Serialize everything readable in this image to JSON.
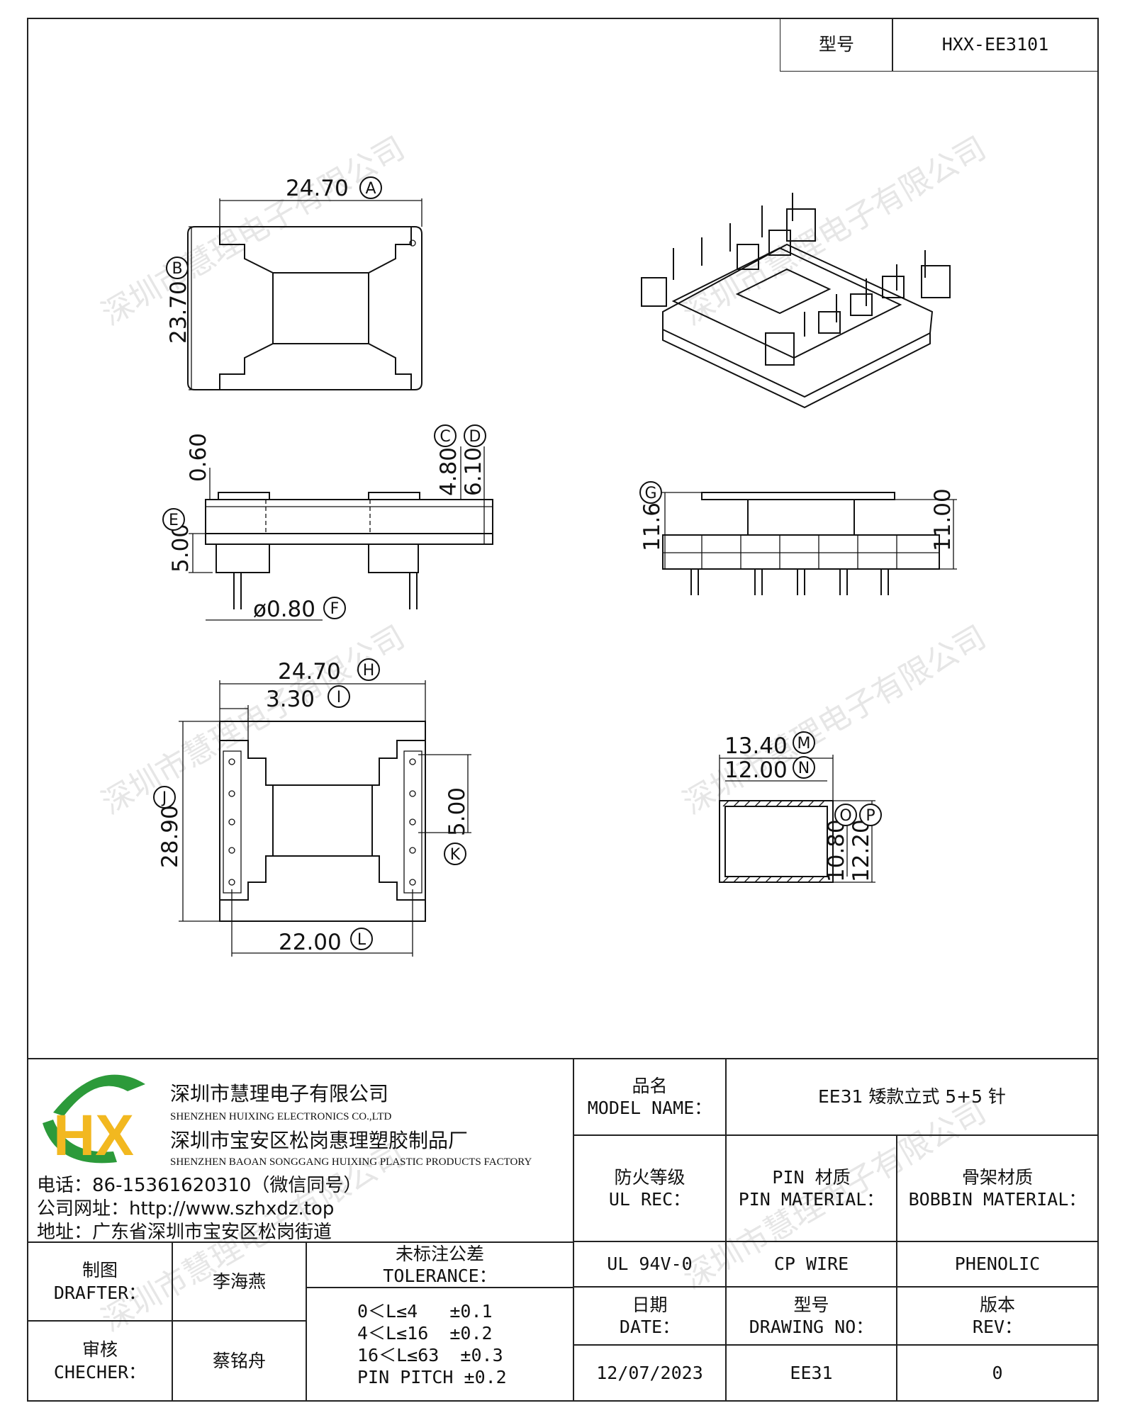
{
  "model_header": {
    "label": "型号",
    "value": "HXX-EE3101"
  },
  "watermark": "深圳市慧理电子有限公司",
  "dimensions": {
    "A": {
      "value": "24.70",
      "letter": "A"
    },
    "B": {
      "value": "23.70",
      "letter": "B"
    },
    "C": {
      "value": "4.80",
      "letter": "C"
    },
    "D": {
      "value": "6.10",
      "letter": "D"
    },
    "E": {
      "value": "5.00",
      "letter": "E"
    },
    "F": {
      "value": "ø0.80",
      "letter": "F"
    },
    "top_gap": {
      "value": "0.60"
    },
    "G": {
      "value": "11.60",
      "letter": "G"
    },
    "side_h": {
      "value": "11.00"
    },
    "H": {
      "value": "24.70",
      "letter": "H"
    },
    "I": {
      "value": "3.30",
      "letter": "I"
    },
    "J": {
      "value": "28.90",
      "letter": "J"
    },
    "K": {
      "value": "5.00",
      "letter": "K"
    },
    "L": {
      "value": "22.00",
      "letter": "L"
    },
    "M": {
      "value": "13.40",
      "letter": "M"
    },
    "N": {
      "value": "12.00",
      "letter": "N"
    },
    "O": {
      "value": "10.80",
      "letter": "O"
    },
    "P": {
      "value": "12.20",
      "letter": "P"
    }
  },
  "company": {
    "logo_text": "HX",
    "name_cn": "深圳市慧理电子有限公司",
    "name_en": "SHENZHEN HUIXING ELECTRONICS CO.,LTD",
    "factory_cn": "深圳市宝安区松岗惠理塑胶制品厂",
    "factory_en": "SHENZHEN BAOAN SONGGANG HUIXING PLASTIC PRODUCTS FACTORY",
    "phone": "电话：86-15361620310（微信同号）",
    "website": "公司网址：http://www.szhxdz.top",
    "address": "地址：广东省深圳市宝安区松岗街道"
  },
  "title_block": {
    "model_name_label_cn": "品名",
    "model_name_label_en": "MODEL NAME：",
    "model_name_value": "EE31 矮款立式 5+5 针",
    "ul_label_cn": "防火等级",
    "ul_label_en": "UL REC：",
    "pin_label_cn": "PIN 材质",
    "pin_label_en": "PIN MATERIAL：",
    "bobbin_label_cn": "骨架材质",
    "bobbin_label_en": "BOBBIN MATERIAL：",
    "ul_value": "UL 94V-0",
    "pin_value": "CP WIRE",
    "bobbin_value": "PHENOLIC",
    "drafter_cn": "制图",
    "drafter_en": "DRAFTER：",
    "drafter_name": "李海燕",
    "checker_cn": "审核",
    "checker_en": "CHECHER：",
    "checker_name": "蔡铭舟",
    "tolerance_cn": "未标注公差",
    "tolerance_en": "TOLERANCE：",
    "tolerance_lines": [
      "0＜L≤4   ±0.1",
      "4＜L≤16  ±0.2",
      "16＜L≤63  ±0.3",
      "PIN PITCH ±0.2"
    ],
    "date_cn": "日期",
    "date_en": "DATE：",
    "date_value": "12/07/2023",
    "drawing_no_cn": "型号",
    "drawing_no_en": "DRAWING NO：",
    "drawing_no_value": "EE31",
    "rev_cn": "版本",
    "rev_en": "REV：",
    "rev_value": "0"
  }
}
